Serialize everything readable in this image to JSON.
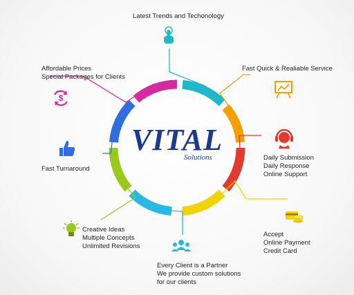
{
  "logo": {
    "name": "VITAL",
    "tagline": "Solutions",
    "color": "#1d3a8a"
  },
  "nodes": [
    {
      "id": "trends",
      "lines": [
        "Latest Trends and Techonology"
      ],
      "icon": "touch-pointer-icon",
      "color": "#1fb7c9"
    },
    {
      "id": "service",
      "lines": [
        "Fast Quick & Realiable Service"
      ],
      "icon": "presentation-chart-icon",
      "color": "#f5a000"
    },
    {
      "id": "support",
      "lines": [
        "Daily Submission",
        "Daily Response",
        "Online Support"
      ],
      "icon": "headset-support-icon",
      "color": "#e23b2e"
    },
    {
      "id": "payment",
      "lines": [
        "Accept",
        "Online Payment",
        "Credit Card"
      ],
      "icon": "credit-card-coins-icon",
      "color": "#f2d300"
    },
    {
      "id": "partner",
      "lines": [
        "Every Client is a Partner",
        "We provide custom solutions",
        "for our clients"
      ],
      "icon": "people-group-icon",
      "color": "#27b8e4"
    },
    {
      "id": "creative",
      "lines": [
        "Creative Ideas",
        "Multiple Concepts",
        "Unlimited Revisions"
      ],
      "icon": "light-bulb-icon",
      "color": "#9ac81d"
    },
    {
      "id": "turnaround",
      "lines": [
        "Fast Turnaround"
      ],
      "icon": "thumbs-up-icon",
      "color": "#2f6de0"
    },
    {
      "id": "prices",
      "lines": [
        "Affordable Prices",
        "Special Packages for Clients"
      ],
      "icon": "dollar-refresh-icon",
      "color": "#d62ba0"
    }
  ]
}
